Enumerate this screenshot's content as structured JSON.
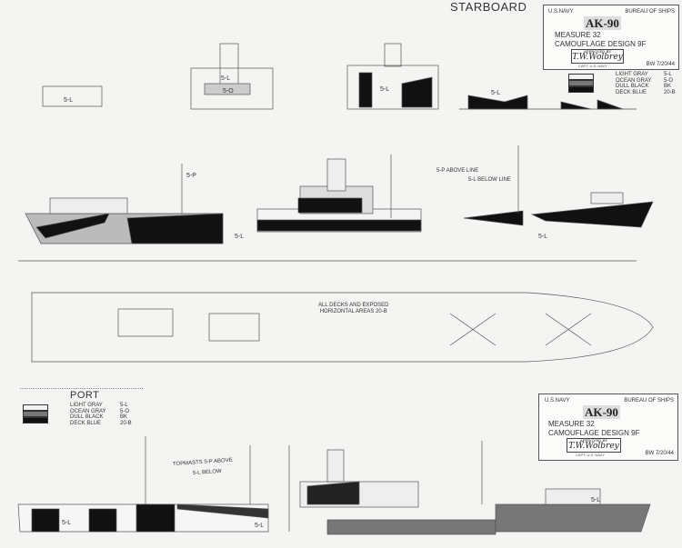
{
  "starboard": {
    "heading": "STARBOARD",
    "title_block": {
      "navy": "U.S.NAVY",
      "bureau": "BUREAU OF SHIPS",
      "ship": "AK-90",
      "measure": "MEASURE 32",
      "design": "CAMOUFLAGE DESIGN 9F",
      "approved": "APPROVED BY",
      "signature": "T.W.Wolbrey",
      "signer_title": "CAPT. U.S. NAVY",
      "date": "BW 7/20/44"
    },
    "legend": [
      {
        "name": "LIGHT GRAY",
        "code": "5-L",
        "color": "#f2f2f2"
      },
      {
        "name": "OCEAN GRAY",
        "code": "5-O",
        "color": "#777777"
      },
      {
        "name": "DULL BLACK",
        "code": "BK",
        "color": "#111111"
      },
      {
        "name": "DECK BLUE",
        "code": "20-B",
        "color": "#222222"
      }
    ],
    "notes": {
      "above": "5-P ABOVE LINE",
      "below": "5-L BELOW LINE"
    }
  },
  "plan_note": [
    "ALL DECKS AND EXPOSED",
    "HORIZONTAL AREAS 20-B"
  ],
  "port": {
    "heading": "PORT",
    "legend": [
      {
        "name": "LIGHT GRAY",
        "code": "5-L"
      },
      {
        "name": "OCEAN GRAY",
        "code": "5-O"
      },
      {
        "name": "DULL BLACK",
        "code": "BK"
      },
      {
        "name": "DECK BLUE",
        "code": "20-B"
      }
    ],
    "title_block": {
      "navy": "U.S.NAVY",
      "bureau": "BUREAU OF SHIPS",
      "ship": "AK-90",
      "measure": "MEASURE 32",
      "design": "CAMOUFLAGE DESIGN 9F",
      "approved": "APPROVED BY",
      "signature": "T.W.Wolbrey",
      "signer_title": "CAPT. U.S. NAVY",
      "date": "BW 7/20/44"
    },
    "notes": {
      "above": "TOPMASTS 5-P ABOVE",
      "below": "5-L BELOW"
    }
  },
  "labels": {
    "sl": "5-L",
    "so": "5-O",
    "sp": "5-P"
  }
}
